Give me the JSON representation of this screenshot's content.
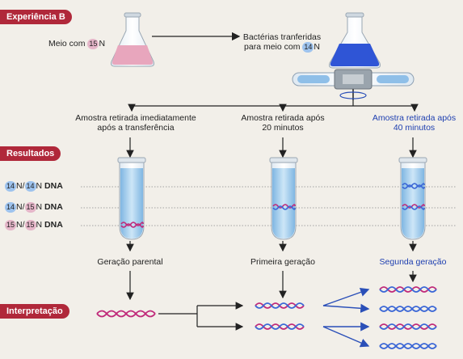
{
  "title": "Experiência B",
  "flask1_text": "Meio com",
  "flask1_iso": "15",
  "flask1_unit": "N",
  "flask2_line1": "Bactérias tranferidas",
  "flask2_line2": "para meio com",
  "flask2_iso": "14",
  "flask2_unit": "N",
  "samples": [
    {
      "line1": "Amostra retirada imediatamente",
      "line2": "após a transferência"
    },
    {
      "line1": "Amostra retirada após",
      "line2": "20 minutos"
    },
    {
      "line1": "Amostra retirada após",
      "line2": "40 minutos"
    }
  ],
  "results_label": "Resultados",
  "rows": [
    {
      "a": "14",
      "b": "14",
      "unit": "N",
      "dna": "DNA"
    },
    {
      "a": "14",
      "b": "15",
      "unit": "N",
      "dna": "DNA"
    },
    {
      "a": "15",
      "b": "15",
      "unit": "N",
      "dna": "DNA"
    }
  ],
  "generations": [
    "Geração parental",
    "Primeira geração",
    "Segunda geração"
  ],
  "interpretation_label": "Interpretação",
  "colors": {
    "badge": "#b0283a",
    "n14": "#3a66d6",
    "n15": "#c02a7a",
    "accent_text": "#1e3fb0"
  }
}
